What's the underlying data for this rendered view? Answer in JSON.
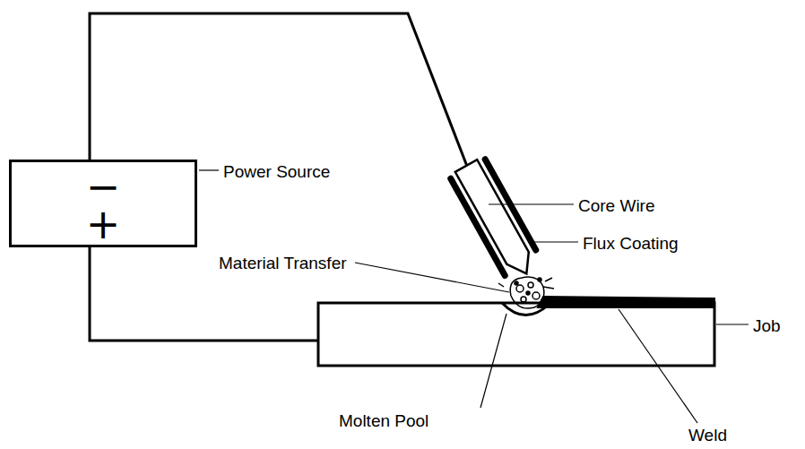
{
  "diagram": {
    "nodes": [
      {
        "text": [
          "−",
          "+"
        ]
      }
    ],
    "labels": [
      "Power Source",
      "Core Wire",
      "Flux Coating",
      "Material Transfer",
      "Job",
      "Molten Pool",
      "Weld"
    ]
  }
}
